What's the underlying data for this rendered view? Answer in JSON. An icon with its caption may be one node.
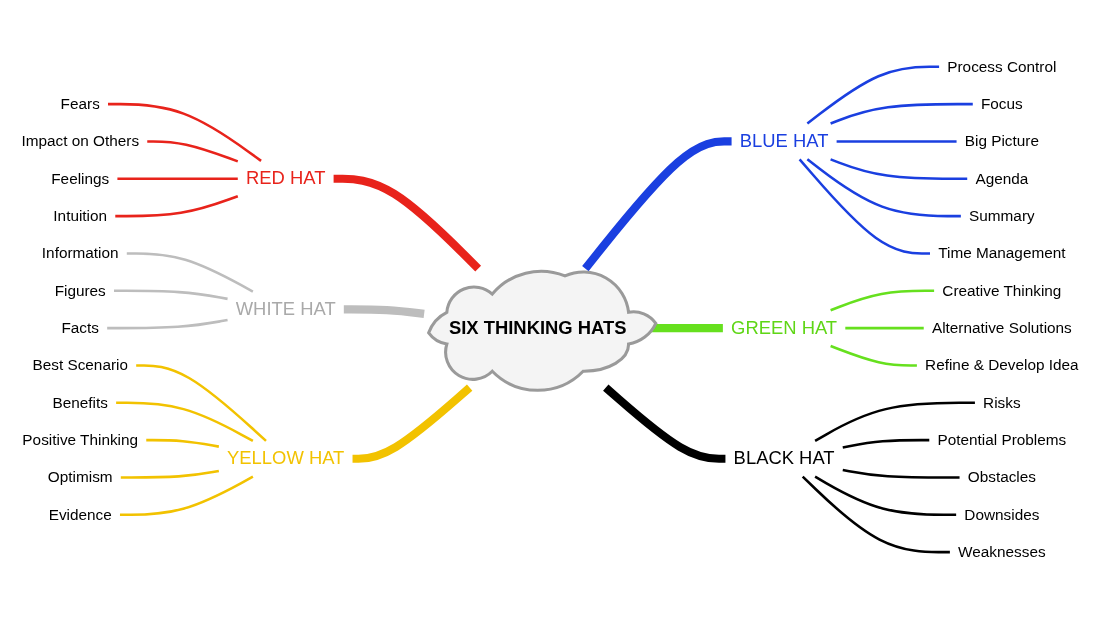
{
  "diagram": {
    "nodes": [
      {
        "text": [
          "SIX THINKING HATS"
        ]
      },
      {
        "text": [
          "RED HAT"
        ]
      },
      {
        "text": [
          "Fears"
        ]
      },
      {
        "text": [
          "Impact on Others"
        ]
      },
      {
        "text": [
          "Feelings"
        ]
      },
      {
        "text": [
          "Intuition"
        ]
      },
      {
        "text": [
          "BLUE HAT"
        ]
      },
      {
        "text": [
          "Process Control"
        ]
      },
      {
        "text": [
          "Focus"
        ]
      },
      {
        "text": [
          "Big Picture"
        ]
      },
      {
        "text": [
          "Agenda"
        ]
      },
      {
        "text": [
          "Summary"
        ]
      },
      {
        "text": [
          "Time Management"
        ]
      },
      {
        "text": [
          "WHITE HAT"
        ]
      },
      {
        "text": [
          "Information"
        ]
      },
      {
        "text": [
          "Figures"
        ]
      },
      {
        "text": [
          "Facts"
        ]
      },
      {
        "text": [
          "GREEN HAT"
        ]
      },
      {
        "text": [
          "Creative Thinking"
        ]
      },
      {
        "text": [
          "Alternative Solutions"
        ]
      },
      {
        "text": [
          "Refine & Develop Idea"
        ]
      },
      {
        "text": [
          "YELLOW HAT"
        ]
      },
      {
        "text": [
          "Best Scenario"
        ]
      },
      {
        "text": [
          "Benefits"
        ]
      },
      {
        "text": [
          "Positive Thinking"
        ]
      },
      {
        "text": [
          "Optimism"
        ]
      },
      {
        "text": [
          "Evidence"
        ]
      },
      {
        "text": [
          "BLACK HAT"
        ]
      },
      {
        "text": [
          "Risks"
        ]
      },
      {
        "text": [
          "Potential Problems"
        ]
      },
      {
        "text": [
          "Obstacles"
        ]
      },
      {
        "text": [
          "Downsides"
        ]
      },
      {
        "text": [
          "Weaknesses"
        ]
      }
    ],
    "edges": [
      {
        "from": 0,
        "to": 1,
        "arrow": "none",
        "style": "thick",
        "color": "#e8231b"
      },
      {
        "from": 1,
        "to": 2,
        "arrow": "none",
        "color": "#e8231b"
      },
      {
        "from": 1,
        "to": 3,
        "arrow": "none",
        "color": "#e8231b"
      },
      {
        "from": 1,
        "to": 4,
        "arrow": "none",
        "color": "#e8231b"
      },
      {
        "from": 1,
        "to": 5,
        "arrow": "none",
        "color": "#e8231b"
      },
      {
        "from": 0,
        "to": 6,
        "arrow": "none",
        "style": "thick",
        "color": "#1a3fe0"
      },
      {
        "from": 6,
        "to": 7,
        "arrow": "none",
        "color": "#1a3fe0"
      },
      {
        "from": 6,
        "to": 8,
        "arrow": "none",
        "color": "#1a3fe0"
      },
      {
        "from": 6,
        "to": 9,
        "arrow": "none",
        "color": "#1a3fe0"
      },
      {
        "from": 6,
        "to": 10,
        "arrow": "none",
        "color": "#1a3fe0"
      },
      {
        "from": 6,
        "to": 11,
        "arrow": "none",
        "color": "#1a3fe0"
      },
      {
        "from": 6,
        "to": 12,
        "arrow": "none",
        "color": "#1a3fe0"
      },
      {
        "from": 0,
        "to": 13,
        "arrow": "none",
        "style": "thick",
        "color": "#bdbdbd"
      },
      {
        "from": 13,
        "to": 14,
        "arrow": "none",
        "color": "#bdbdbd"
      },
      {
        "from": 13,
        "to": 15,
        "arrow": "none",
        "color": "#bdbdbd"
      },
      {
        "from": 13,
        "to": 16,
        "arrow": "none",
        "color": "#bdbdbd"
      },
      {
        "from": 0,
        "to": 17,
        "arrow": "none",
        "style": "thick",
        "color": "#66e01e"
      },
      {
        "from": 17,
        "to": 18,
        "arrow": "none",
        "color": "#66e01e"
      },
      {
        "from": 17,
        "to": 19,
        "arrow": "none",
        "color": "#66e01e"
      },
      {
        "from": 17,
        "to": 20,
        "arrow": "none",
        "color": "#66e01e"
      },
      {
        "from": 0,
        "to": 21,
        "arrow": "none",
        "style": "thick",
        "color": "#f2c200"
      },
      {
        "from": 21,
        "to": 22,
        "arrow": "none",
        "color": "#f2c200"
      },
      {
        "from": 21,
        "to": 23,
        "arrow": "none",
        "color": "#f2c200"
      },
      {
        "from": 21,
        "to": 24,
        "arrow": "none",
        "color": "#f2c200"
      },
      {
        "from": 21,
        "to": 25,
        "arrow": "none",
        "color": "#f2c200"
      },
      {
        "from": 21,
        "to": 26,
        "arrow": "none",
        "color": "#f2c200"
      },
      {
        "from": 0,
        "to": 27,
        "arrow": "none",
        "style": "thick",
        "color": "#000000"
      },
      {
        "from": 27,
        "to": 28,
        "arrow": "none",
        "color": "#000000"
      },
      {
        "from": 27,
        "to": 29,
        "arrow": "none",
        "color": "#000000"
      },
      {
        "from": 27,
        "to": 30,
        "arrow": "none",
        "color": "#000000"
      },
      {
        "from": 27,
        "to": 31,
        "arrow": "none",
        "color": "#000000"
      },
      {
        "from": 27,
        "to": 32,
        "arrow": "none",
        "color": "#000000"
      }
    ]
  }
}
